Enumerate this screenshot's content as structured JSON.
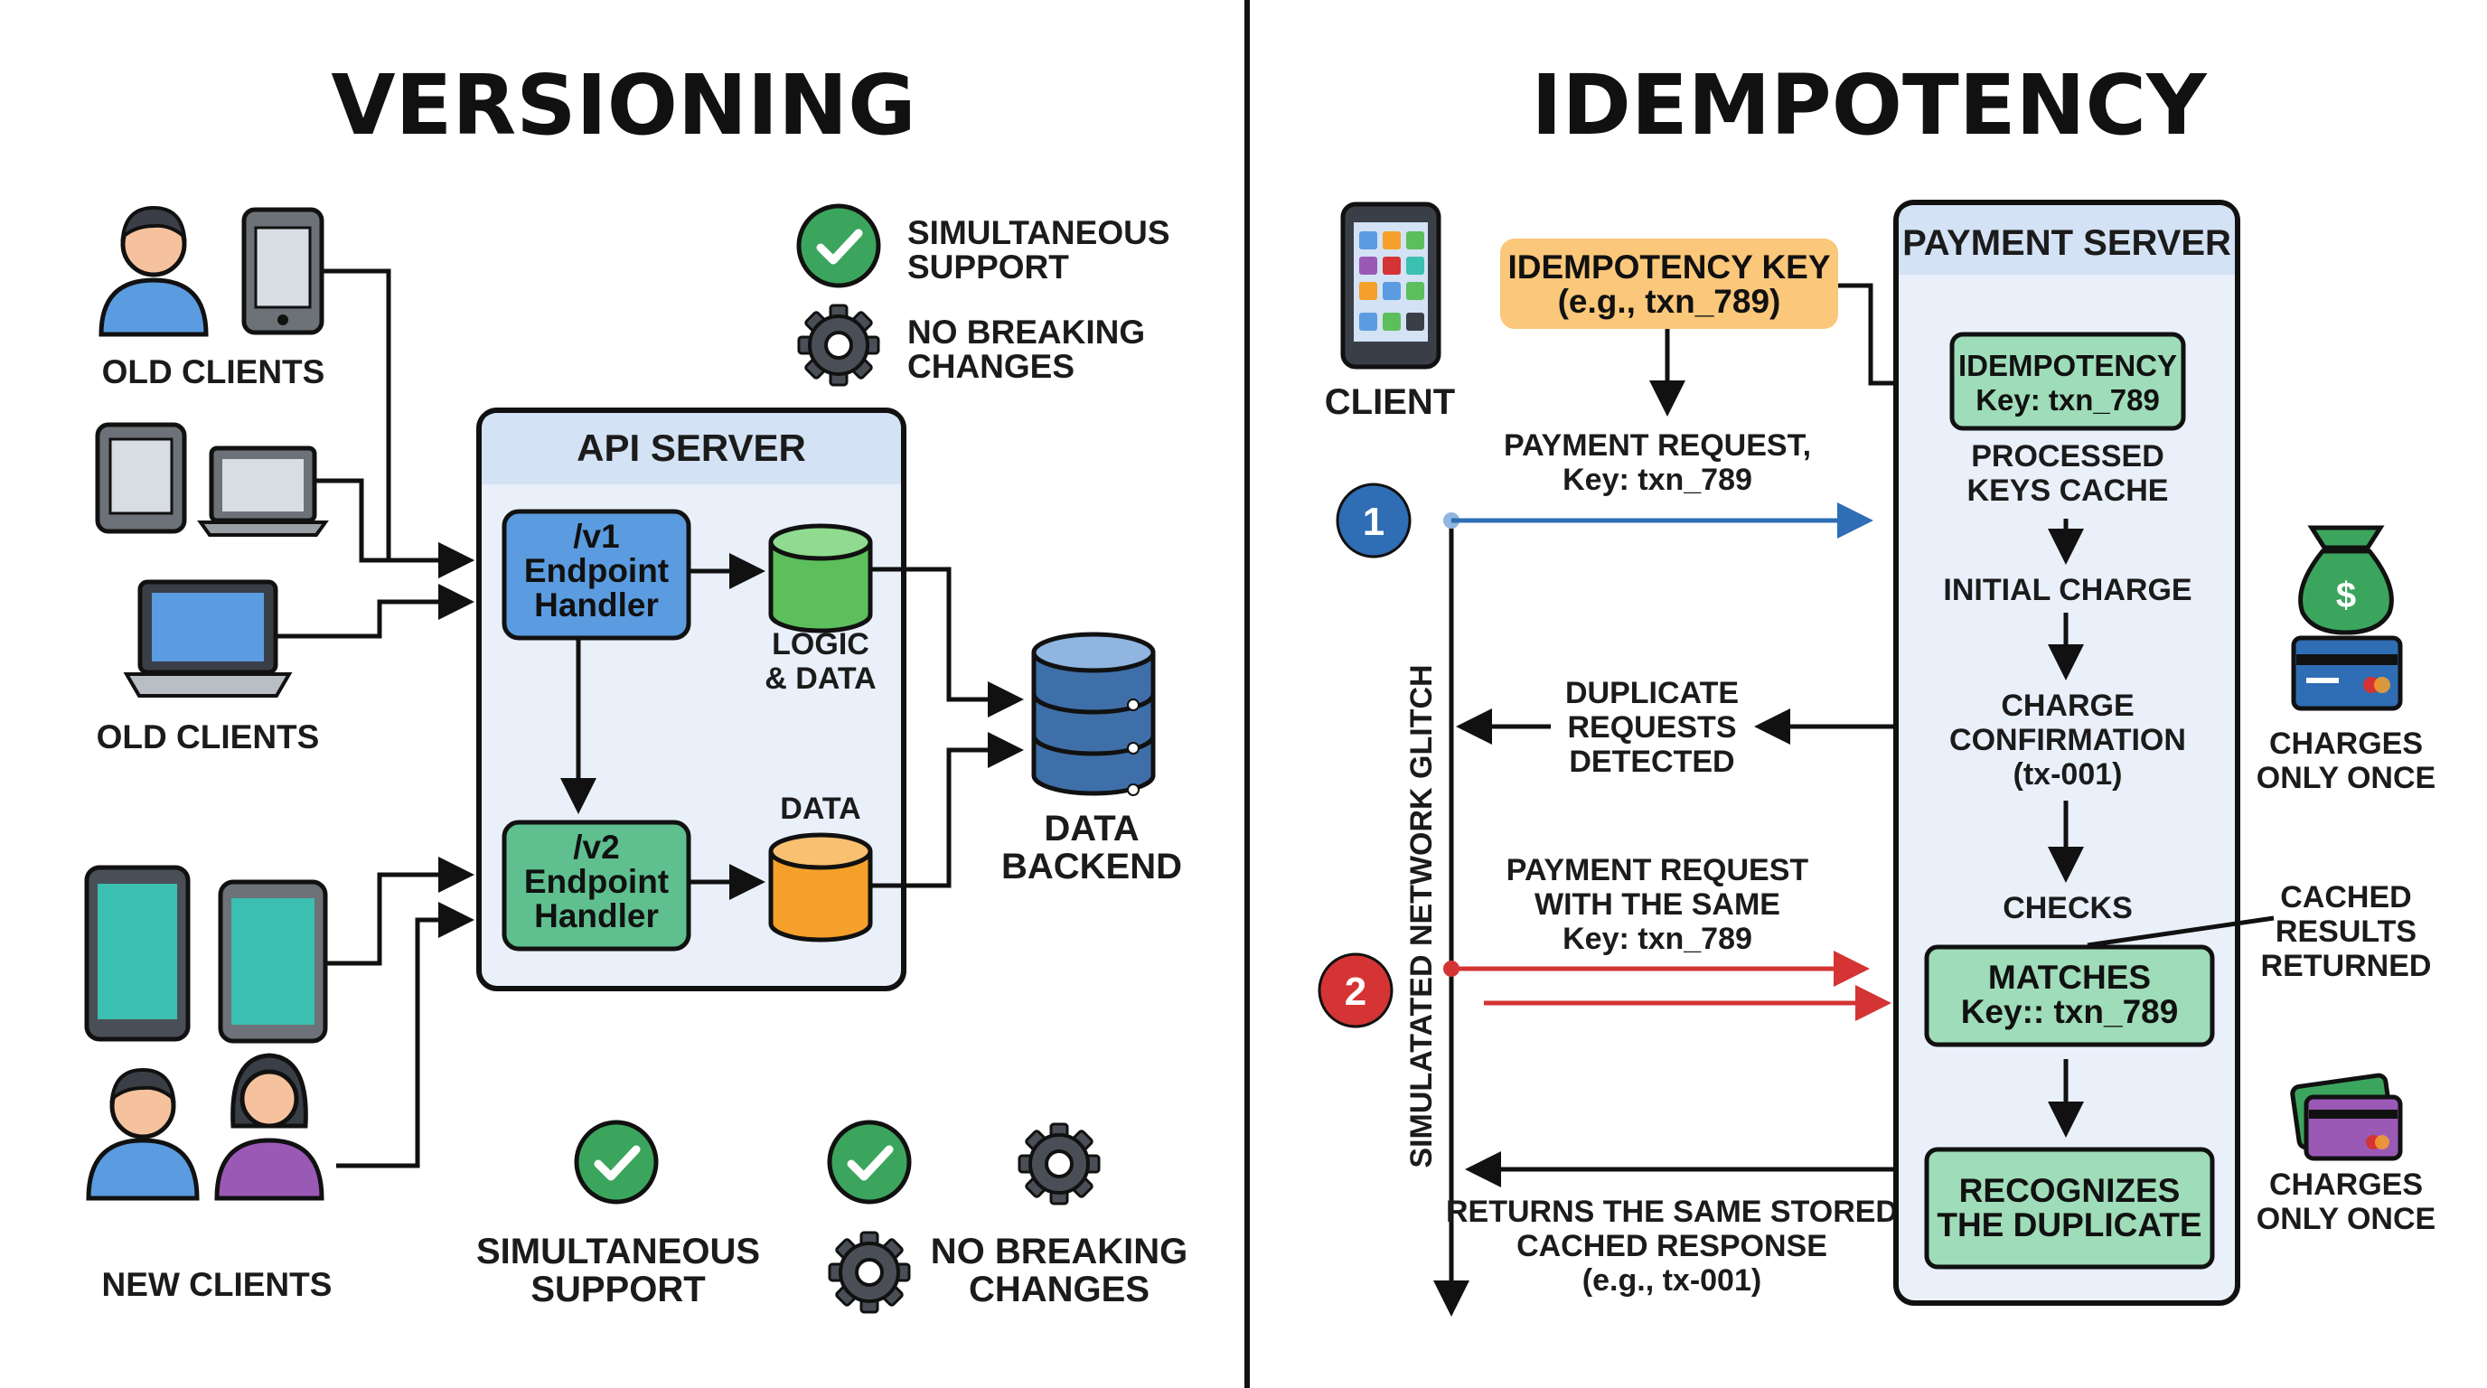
{
  "versioning": {
    "title": "VERSIONING",
    "old_clients_1": "OLD CLIENTS",
    "old_clients_2": "OLD CLIENTS",
    "new_clients": "NEW CLIENTS",
    "api_server": "API SERVER",
    "v1_handler": [
      "/v1",
      "Endpoint",
      "Handler"
    ],
    "v2_handler": [
      "/v2",
      "Endpoint",
      "Handler"
    ],
    "logic_data": [
      "LOGIC",
      "& DATA"
    ],
    "data_label": "DATA",
    "data_backend": [
      "DATA",
      "BACKEND"
    ],
    "legend_top": {
      "support": [
        "SIMULTANEOUS",
        "SUPPORT"
      ],
      "no_breaking": [
        "NO BREAKING",
        "CHANGES"
      ]
    },
    "legend_bottom": {
      "support": [
        "SIMULTANEOUS",
        "SUPPORT"
      ],
      "no_breaking": [
        "NO BREAKING",
        "CHANGES"
      ]
    }
  },
  "idempotency": {
    "title": "IDEMPOTENCY",
    "client": "CLIENT",
    "key_box": [
      "IDEMPOTENCY KEY",
      "(e.g., txn_789)"
    ],
    "payment_request": [
      "PAYMENT REQUEST,",
      "Key: txn_789"
    ],
    "step1": "1",
    "step2": "2",
    "glitch": "SIMULATATED NETWORK GLITCH",
    "duplicate": [
      "DUPLICATE",
      "REQUESTS",
      "DETECTED"
    ],
    "payment_same": [
      "PAYMENT REQUEST",
      "WITH THE SAME",
      "Key: txn_789"
    ],
    "returns": [
      "RETURNS THE SAME STORED",
      "CACHED RESPONSE",
      "(e.g., tx-001)"
    ],
    "payment_server": "PAYMENT SERVER",
    "idem_box": [
      "IDEMPOTENCY",
      "Key: txn_789"
    ],
    "processed_cache": [
      "PROCESSED",
      "KEYS CACHE"
    ],
    "initial_charge": "INITIAL CHARGE",
    "charge_confirmation": [
      "CHARGE",
      "CONFIRMATION",
      "(tx-001)"
    ],
    "checks": "CHECKS",
    "matches_box": [
      "MATCHES",
      "Key:: txn_789"
    ],
    "recognizes_box": [
      "RECOGNIZES",
      "THE DUPLICATE"
    ],
    "charges_once_1": [
      "CHARGES",
      "ONLY ONCE"
    ],
    "cached_results": [
      "CACHED",
      "RESULTS",
      "RETURNED"
    ],
    "charges_once_2": [
      "CHARGES",
      "ONLY ONCE"
    ],
    "money_symbol": "$"
  },
  "icons": [
    "user-icon",
    "phone-icon",
    "tablet-icon",
    "laptop-icon",
    "database-icon",
    "check-circle-icon",
    "gear-icon",
    "money-bag-icon",
    "credit-card-icon"
  ],
  "colors": {
    "server_panel": "#e9f0fa",
    "server_header": "#d3e2f4",
    "v1_blue": "#5b9be0",
    "v2_green": "#5fbf8f",
    "db_green": "#5cbf5c",
    "db_orange": "#f5a02a",
    "db_blue": "#3f6fa8",
    "key_box": "#fbc77a",
    "green_box": "#9fdcb9",
    "blue_arrow": "#2f6db5",
    "red_arrow": "#d43434",
    "check_green": "#3ba55d"
  }
}
